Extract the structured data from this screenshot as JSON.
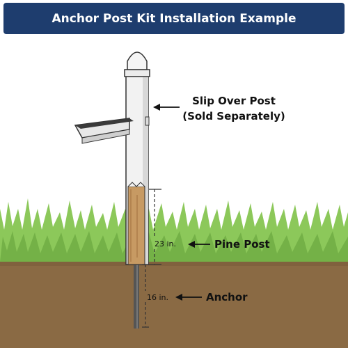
{
  "title": "Anchor Post Kit Installation Example",
  "labels": {
    "slip_over_line1": "Slip Over Post",
    "slip_over_line2": "(Sold Separately)",
    "pine_post": "Pine Post",
    "anchor": "Anchor"
  },
  "dimensions": {
    "pine_depth": "23 in.",
    "anchor_depth": "16 in."
  },
  "colors": {
    "banner": "#1e3d6e",
    "grass": "#7fb84e",
    "soil": "#8a6a44",
    "pine": "#c79a63",
    "post": "#f2f2f2",
    "anchor": "#555555"
  }
}
